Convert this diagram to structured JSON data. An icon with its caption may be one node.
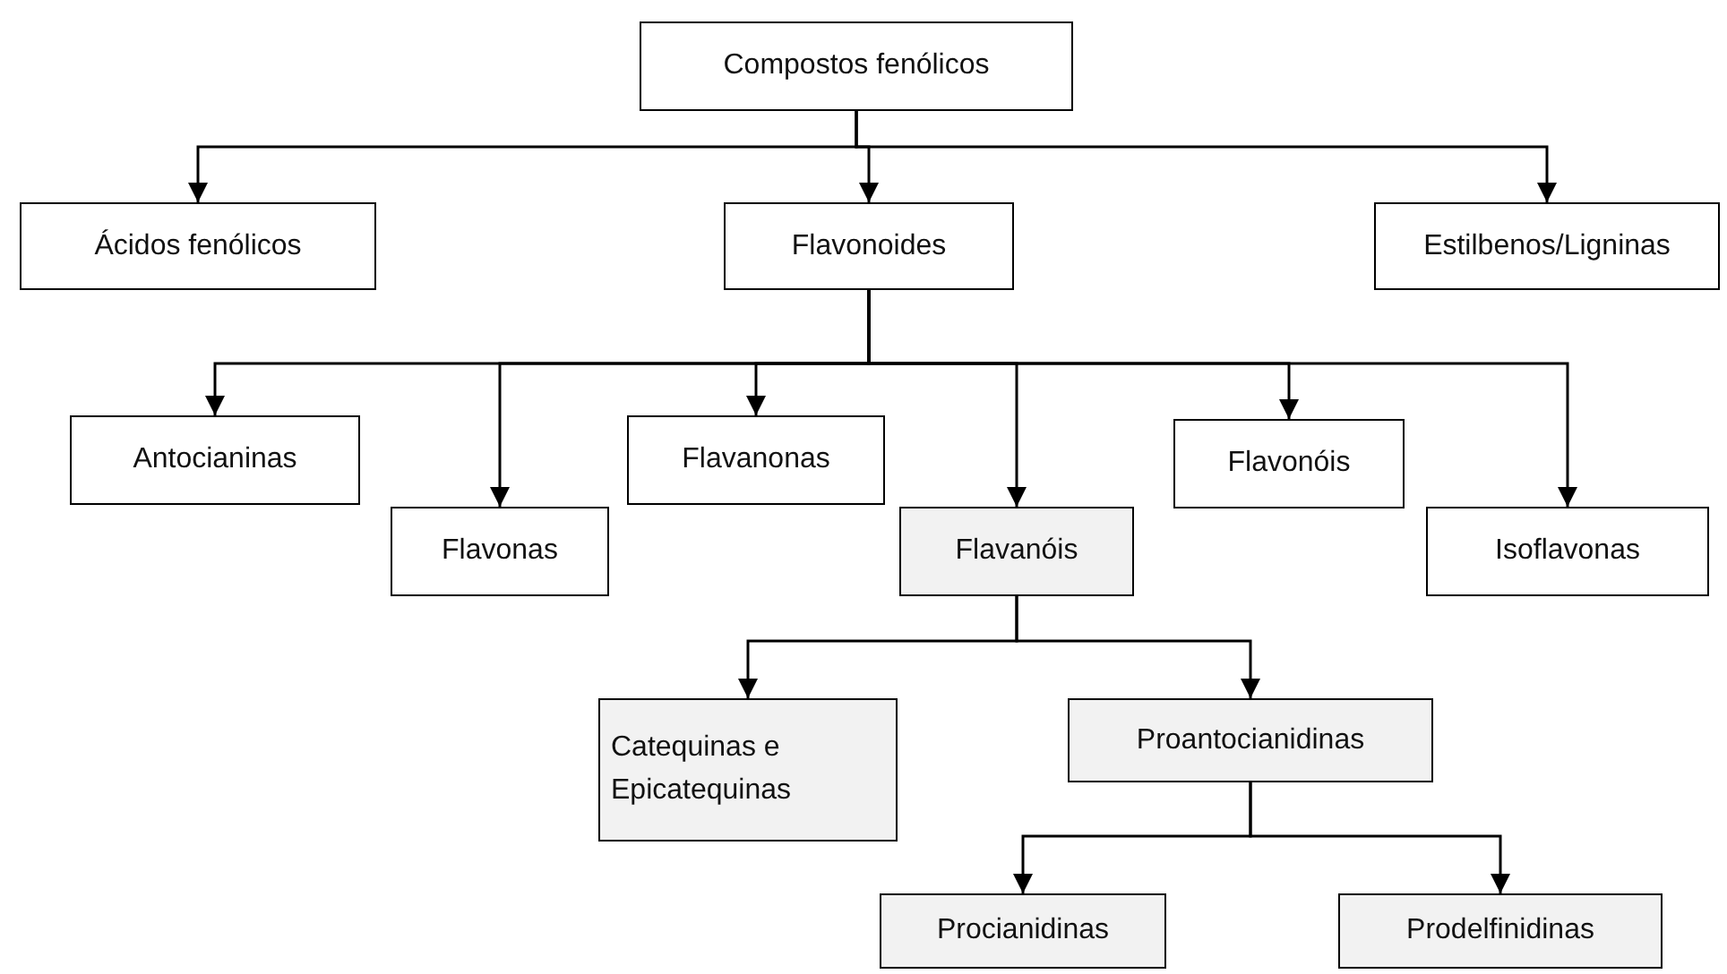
{
  "diagram": {
    "nodes": [
      {
        "text": [
          "Compostos fenólicos"
        ]
      },
      {
        "text": [
          "Ácidos fenólicos"
        ]
      },
      {
        "text": [
          "Flavonoides"
        ]
      },
      {
        "text": [
          "Estilbenos/Ligninas"
        ]
      },
      {
        "text": [
          "Antocianinas"
        ]
      },
      {
        "text": [
          "Flavonas"
        ]
      },
      {
        "text": [
          "Flavanonas"
        ]
      },
      {
        "text": [
          "Flavanóis"
        ]
      },
      {
        "text": [
          "Flavonóis"
        ]
      },
      {
        "text": [
          "Isoflavonas"
        ]
      },
      {
        "text": [
          "Catequinas e Epicatequinas"
        ]
      },
      {
        "text": [
          "Proantocianidinas"
        ]
      },
      {
        "text": [
          "Procianidinas"
        ]
      },
      {
        "text": [
          "Prodelfinidinas"
        ]
      }
    ],
    "edges": [
      {
        "from": 0,
        "to": 1,
        "arrow": "to"
      },
      {
        "from": 0,
        "to": 2,
        "arrow": "to"
      },
      {
        "from": 0,
        "to": 3,
        "arrow": "to"
      },
      {
        "from": 2,
        "to": 4,
        "arrow": "to"
      },
      {
        "from": 2,
        "to": 5,
        "arrow": "to"
      },
      {
        "from": 2,
        "to": 6,
        "arrow": "to"
      },
      {
        "from": 2,
        "to": 7,
        "arrow": "to"
      },
      {
        "from": 2,
        "to": 8,
        "arrow": "to"
      },
      {
        "from": 2,
        "to": 9,
        "arrow": "to"
      },
      {
        "from": 7,
        "to": 10,
        "arrow": "to"
      },
      {
        "from": 7,
        "to": 11,
        "arrow": "to"
      },
      {
        "from": 11,
        "to": 12,
        "arrow": "to"
      },
      {
        "from": 11,
        "to": 13,
        "arrow": "to"
      }
    ]
  }
}
